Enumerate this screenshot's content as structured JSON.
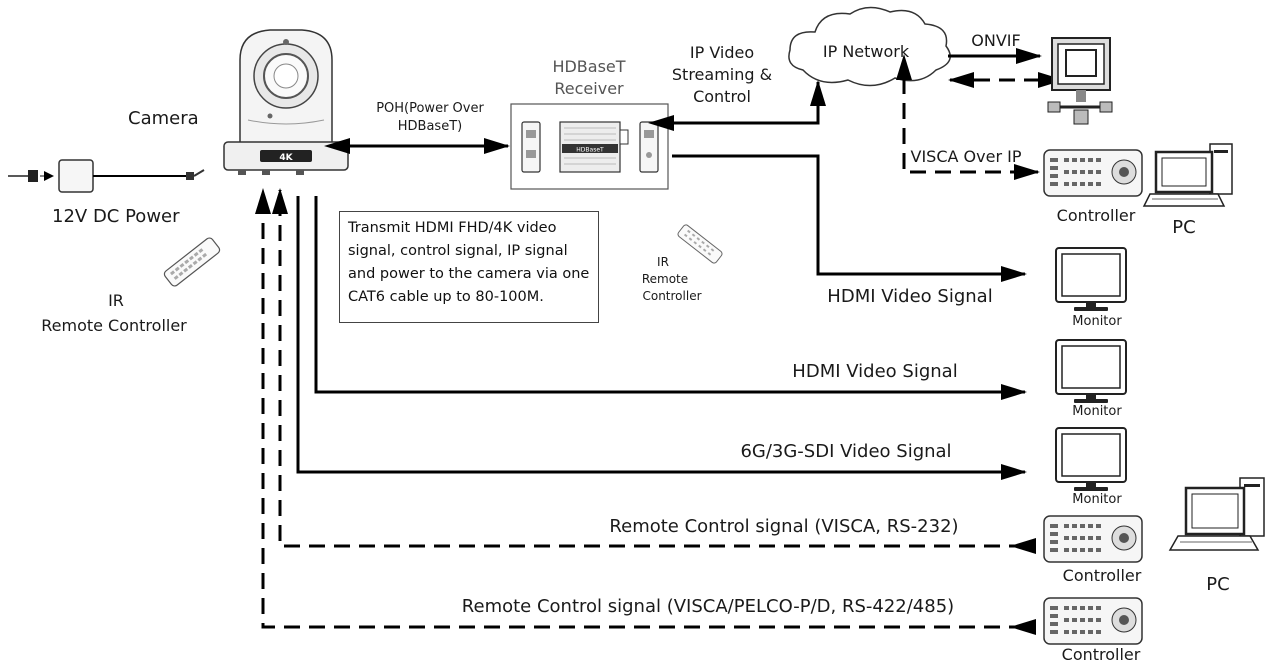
{
  "labels": {
    "camera": "Camera",
    "dc_power": "12V DC Power",
    "ir_remote_left": [
      "IR",
      "Remote Controller"
    ],
    "ir_remote_mid": [
      "IR",
      "Remote",
      "Controller"
    ],
    "poh": [
      "POH(Power Over",
      "HDBaseT)"
    ],
    "hdbaset_receiver": [
      "HDBaseT",
      "Receiver"
    ],
    "ip_video": [
      "IP Video",
      "Streaming &",
      "Control"
    ],
    "ip_network": "IP Network",
    "onvif": "ONVIF",
    "visca_over_ip": "VISCA Over IP",
    "controller": "Controller",
    "pc": "PC",
    "monitor": "Monitor",
    "hdmi_signal": "HDMI Video Signal",
    "sdi_signal": "6G/3G-SDI Video Signal",
    "rc_232": "Remote Control signal (VISCA, RS-232)",
    "rc_422": "Remote Control signal (VISCA/PELCO-P/D, RS-422/485)",
    "camera_badge": "4K",
    "receiver_device_text": "HDBaseT"
  },
  "note": "Transmit HDMI FHD/4K video signal, control signal, IP signal and power to the camera via one CAT6 cable up to 80-100M."
}
